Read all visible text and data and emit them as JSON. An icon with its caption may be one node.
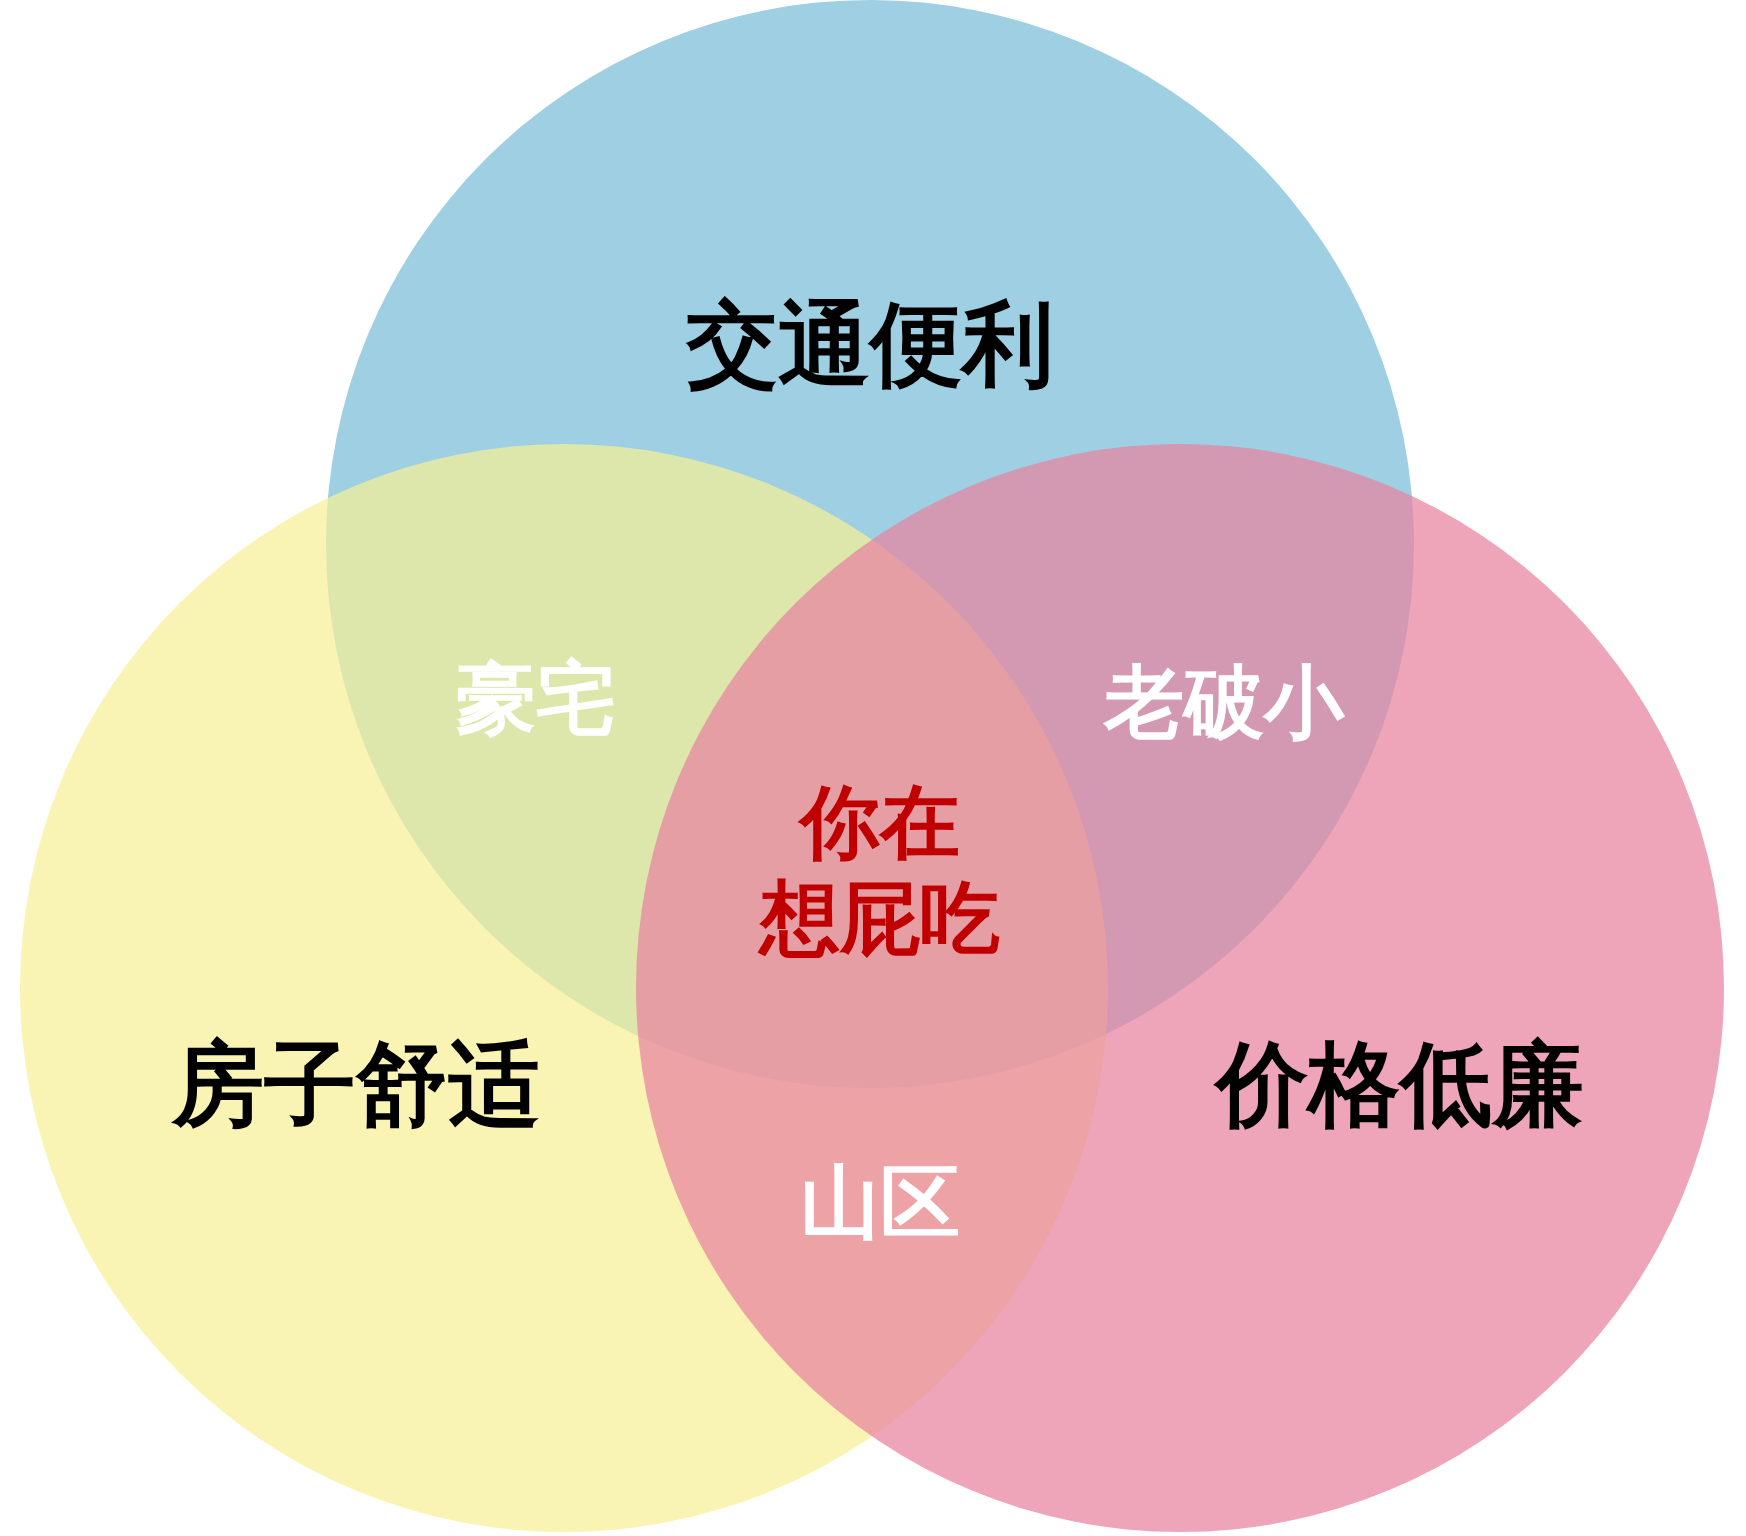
{
  "diagram": {
    "nodes": [
      {
        "text": [
          "交通便利"
        ]
      },
      {
        "text": [
          "房子舒适"
        ]
      },
      {
        "text": [
          "价格低廉"
        ]
      }
    ],
    "labels": [
      "豪宅",
      "老破小",
      "你在想屁吃",
      "山区"
    ]
  }
}
